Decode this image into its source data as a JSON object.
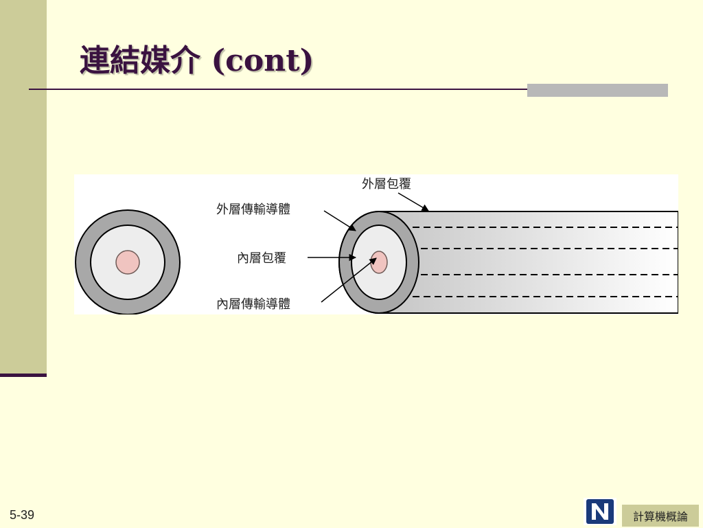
{
  "slide": {
    "title": "連結媒介 (cont)",
    "page_number": "5-39",
    "footer_badge": "計算機概論"
  },
  "diagram": {
    "labels": {
      "outer_jacket": "外層包覆",
      "outer_conductor": "外層傳輸導體",
      "inner_insulation": "內層包覆",
      "inner_conductor": "內層傳輸導體"
    },
    "icons": [
      "coaxial-cross-section",
      "coaxial-cable-side-view",
      "logo-n-icon"
    ],
    "colors": {
      "outer_ring": "#A8A8A8",
      "inner_fill": "#EDEDED",
      "core": "#F0C4C0",
      "sidebar": "#CCCC99",
      "title": "#3A1240"
    }
  }
}
